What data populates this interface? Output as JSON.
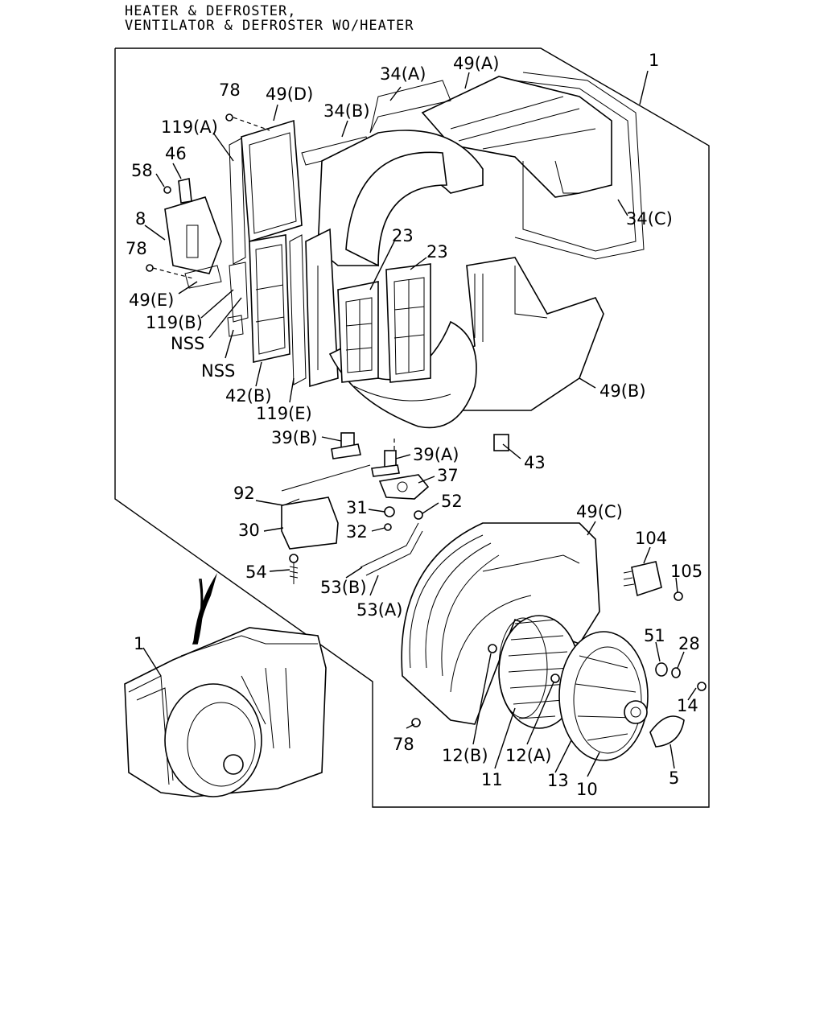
{
  "header": {
    "line1": "HEATER & DEFROSTER,",
    "line2": "VENTILATOR & DEFROSTER WO/HEATER"
  },
  "labels": {
    "l1_main": "1",
    "l49A": "49(A)",
    "l34A": "34(A)",
    "l34B": "34(B)",
    "l49D": "49(D)",
    "l78_top": "78",
    "l119A": "119(A)",
    "l46": "46",
    "l58": "58",
    "l8": "8",
    "l78_mid": "78",
    "l49E": "49(E)",
    "l119B": "119(B)",
    "lNSS1": "NSS",
    "lNSS2": "NSS",
    "l42B": "42(B)",
    "l119E": "119(E)",
    "l23a": "23",
    "l23b": "23",
    "l34C": "34(C)",
    "l49B": "49(B)",
    "l39B": "39(B)",
    "l39A": "39(A)",
    "l43": "43",
    "l37": "37",
    "l92": "92",
    "l31": "31",
    "l52": "52",
    "l30": "30",
    "l32": "32",
    "l49C": "49(C)",
    "l104": "104",
    "l105": "105",
    "l54": "54",
    "l53B": "53(B)",
    "l53A": "53(A)",
    "l51": "51",
    "l28": "28",
    "l14": "14",
    "l1_inset": "1",
    "l78_bot": "78",
    "l12B": "12(B)",
    "l12A": "12(A)",
    "l11": "11",
    "l13": "13",
    "l10": "10",
    "l5": "5"
  }
}
